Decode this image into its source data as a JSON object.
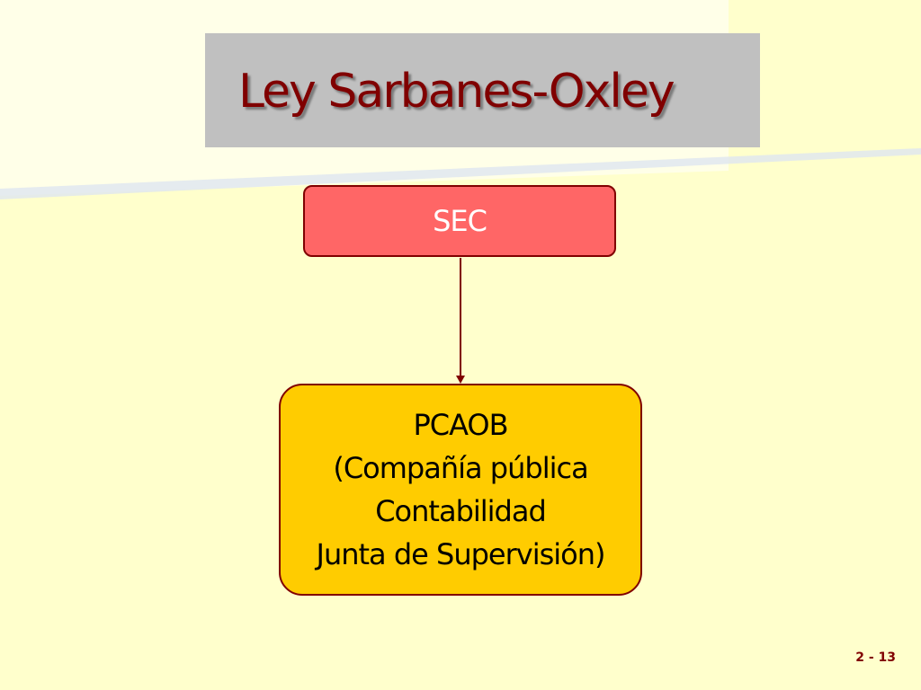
{
  "slide": {
    "title": "Ley Sarbanes-Oxley",
    "page_number": "2 - 13"
  },
  "diagram": {
    "nodes": {
      "sec": {
        "label": "SEC"
      },
      "pcaob": {
        "lines": [
          "PCAOB",
          "(Compañía pública",
          "Contabilidad",
          "Junta de Supervisión)"
        ]
      }
    },
    "edges": [
      {
        "from": "sec",
        "to": "pcaob"
      }
    ]
  },
  "colors": {
    "background": "#ffffcc",
    "title_box": "#c0c0c0",
    "title_text": "#800000",
    "sec_fill": "#ff6666",
    "pcaob_fill": "#ffcc00",
    "outline": "#800000"
  }
}
